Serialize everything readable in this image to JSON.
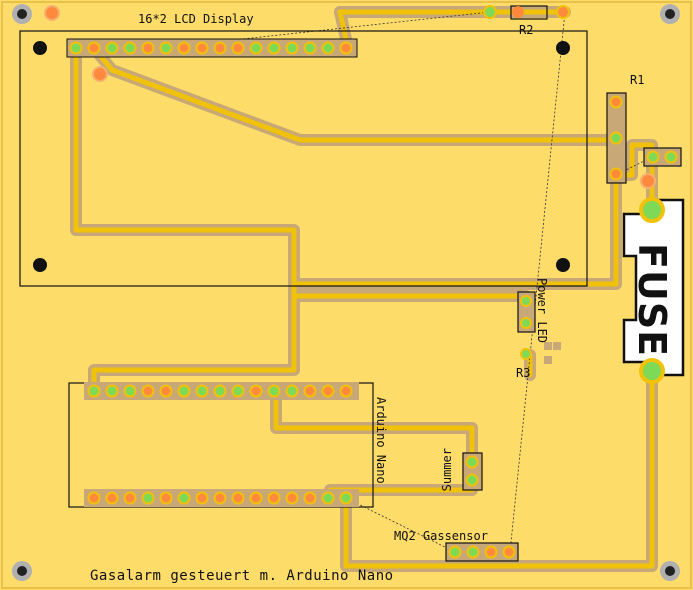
{
  "board": {
    "background": "#fddc6a",
    "trace_color": "#f0c20a",
    "trace_outline": "#c9a878",
    "pad_copper": "#ff8a3d",
    "pad_green": "#7ed957",
    "mount_hole": "#b0b0b0"
  },
  "labels": {
    "lcd": "16*2 LCD Display",
    "r2": "R2",
    "r1": "R1",
    "r3": "R3",
    "power_led": "Power LED",
    "arduino": "Arduino Nano",
    "summer": "Summer",
    "mq2": "MQ2 Gassensor",
    "fuse": "FUSE",
    "title": "Gasalarm gesteuert m. Arduino Nano"
  }
}
